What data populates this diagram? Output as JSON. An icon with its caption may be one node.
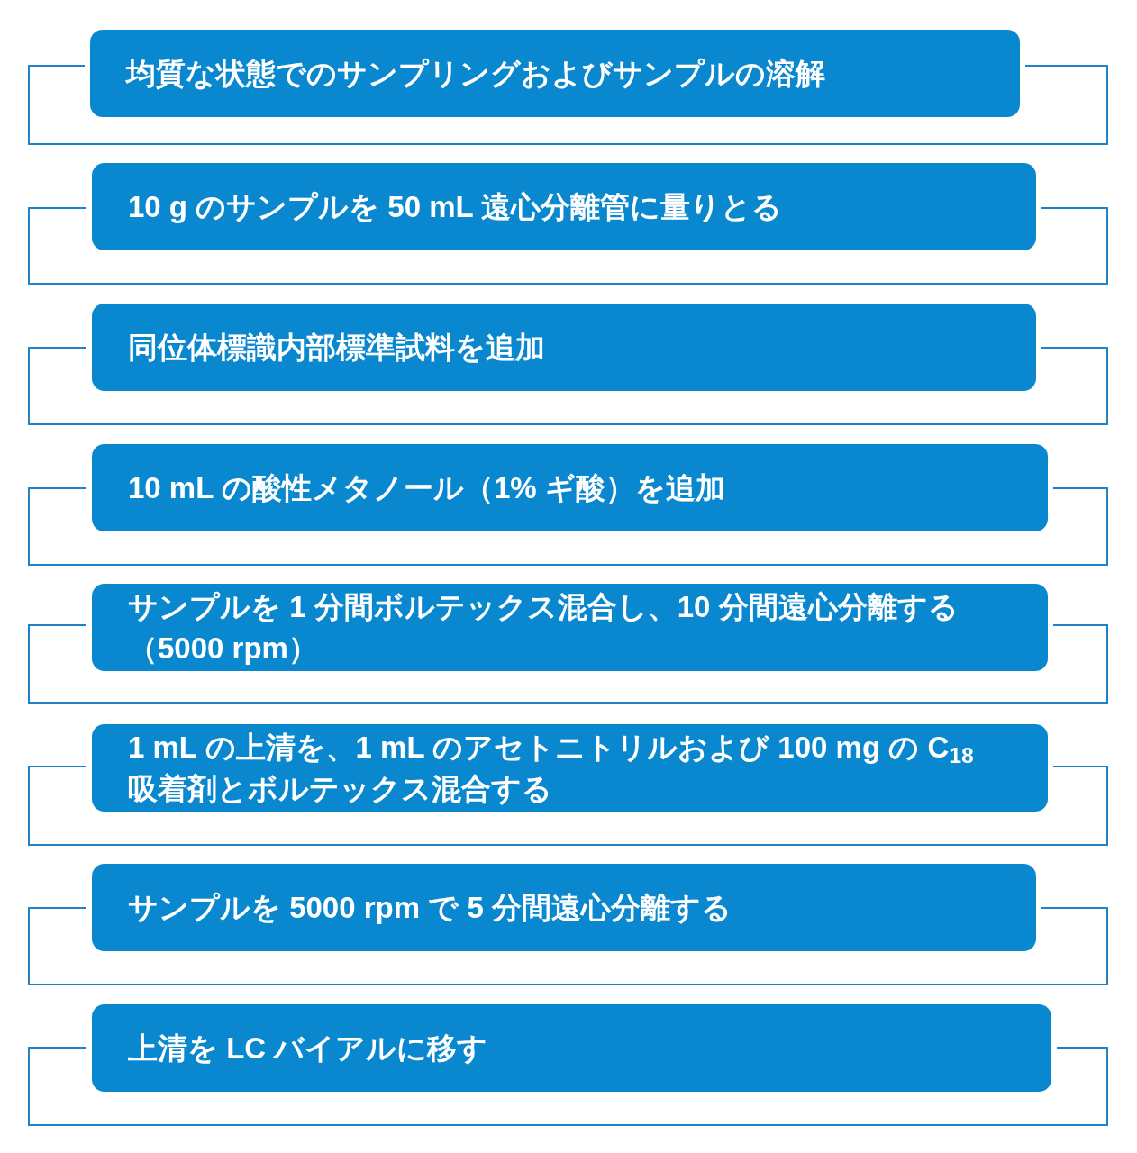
{
  "diagram": {
    "nodes": [
      {
        "text": [
          "均質な状態でのサンプリングおよびサンプルの溶解"
        ]
      },
      {
        "text": [
          "10 g のサンプルを 50 mL 遠心分離管に量りとる"
        ]
      },
      {
        "text": [
          "同位体標識内部標準試料を追加"
        ]
      },
      {
        "text": [
          "10 mL の酸性メタノール（1% ギ酸）を追加"
        ]
      },
      {
        "text": [
          "サンプルを 1 分間ボルテックス混合し、10 分間遠心分離する（5000 rpm）"
        ]
      },
      {
        "text": [
          "1 mL の上清を、1 mL のアセトニトリルおよび 100 mg の C$_{18}$吸着剤とボルテックス混合する"
        ]
      },
      {
        "text": [
          "サンプルを 5000 rpm で 5 分間遠心分離する"
        ]
      },
      {
        "text": [
          "上清を LC バイアルに移す"
        ]
      }
    ]
  }
}
